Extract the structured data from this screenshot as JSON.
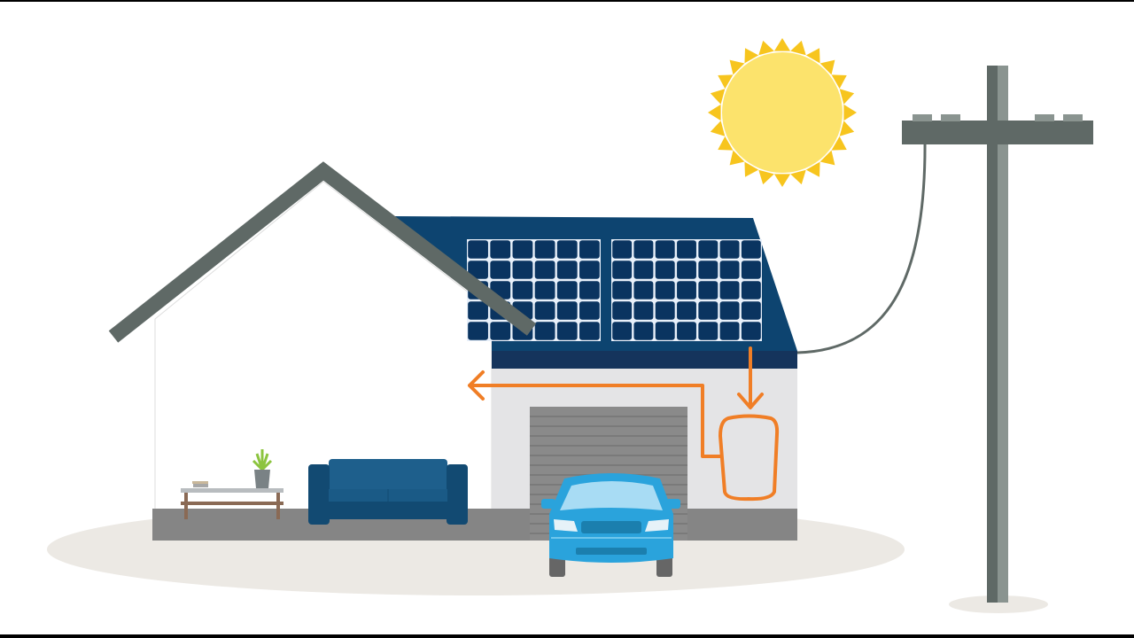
{
  "colors": {
    "background": "#ffffff",
    "ground": "#ece9e4",
    "roof_gable": "#5f6966",
    "roof_solar": "#0d4470",
    "roof_fascia": "#15345c",
    "solar_cell": "#0a3460",
    "solar_grid": "#e8f0fa",
    "garage_wall": "#e4e4e6",
    "floor": "#858585",
    "garage_door": "#8a8a8a",
    "energy_flow": "#f07e26",
    "car_body": "#2aa3dc",
    "car_glass": "#a8dcf4",
    "sofa": "#1a5a86",
    "sun": "#fce36c",
    "sun_rays": "#f7c51e",
    "pole": "#5f6966",
    "cable": "#5f6966"
  },
  "solar_panels": [
    {
      "columns": 6,
      "rows": 5
    },
    {
      "columns": 7,
      "rows": 5
    }
  ]
}
